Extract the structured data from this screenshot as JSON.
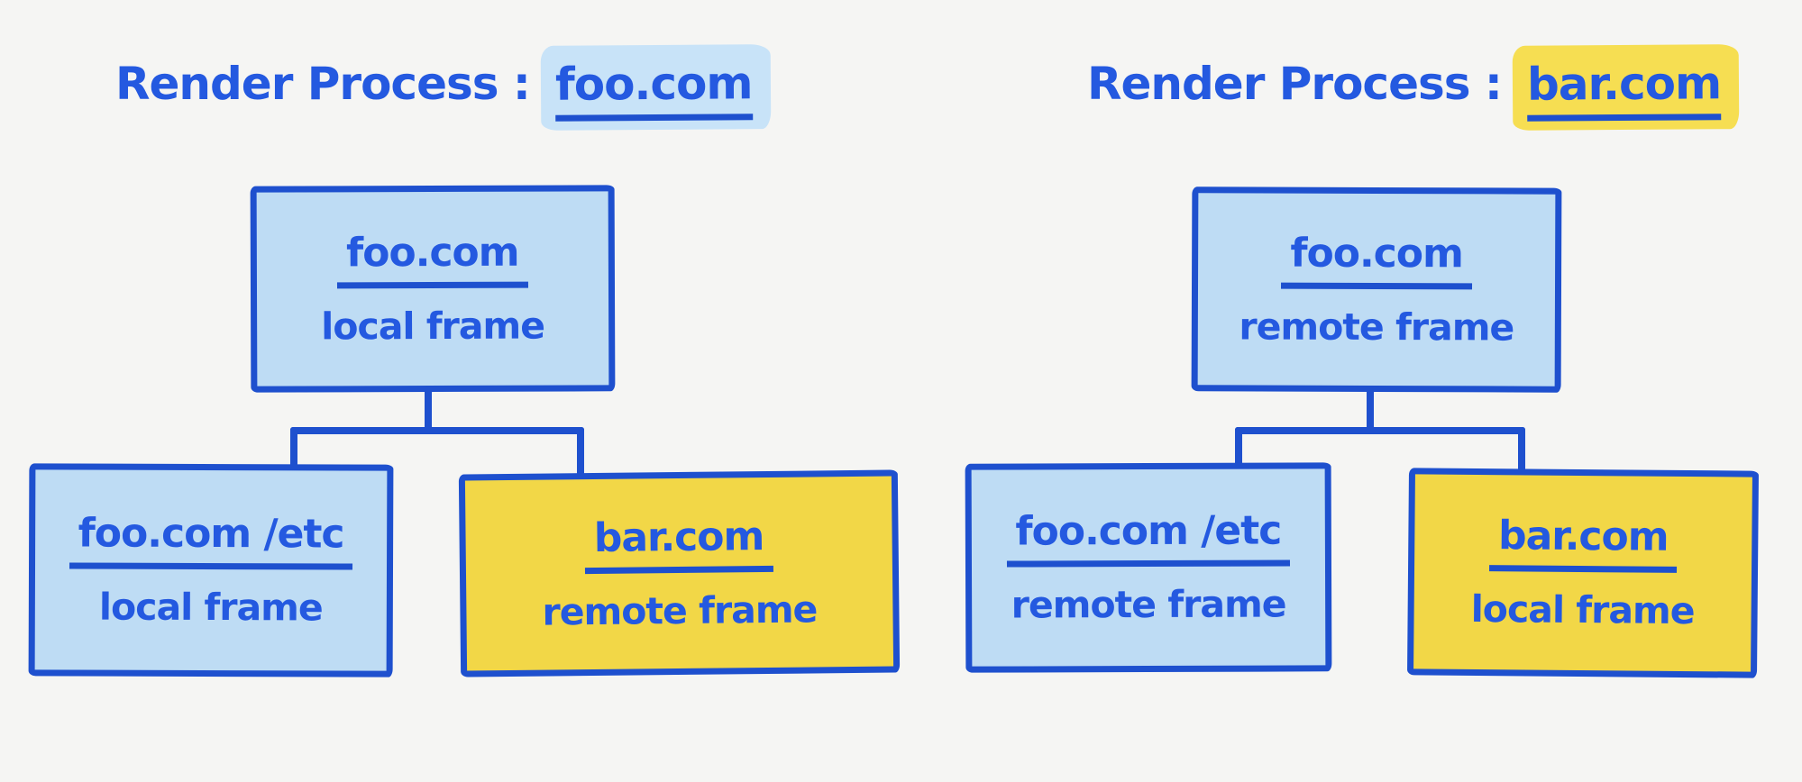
{
  "colors": {
    "background": "#f5f5f3",
    "stroke_blue": "#1e50ce",
    "ink_blue": "#2459e0",
    "light_blue_fill": "#bedcf4",
    "yellow_fill": "#f2d747",
    "blue_highlight": "#c8e3f8",
    "yellow_highlight": "#f6de52"
  },
  "trees": [
    {
      "title_prefix": "Render Process :",
      "title_domain": "foo.com",
      "title_highlight": "blue",
      "root": {
        "domain": "foo.com",
        "frame_type": "local frame",
        "fill": "blue"
      },
      "children": [
        {
          "domain": "foo.com /etc",
          "frame_type": "local frame",
          "fill": "blue"
        },
        {
          "domain": "bar.com",
          "frame_type": "remote frame",
          "fill": "yellow"
        }
      ]
    },
    {
      "title_prefix": "Render Process :",
      "title_domain": "bar.com",
      "title_highlight": "yellow",
      "root": {
        "domain": "foo.com",
        "frame_type": "remote frame",
        "fill": "blue"
      },
      "children": [
        {
          "domain": "foo.com /etc",
          "frame_type": "remote frame",
          "fill": "blue"
        },
        {
          "domain": "bar.com",
          "frame_type": "local frame",
          "fill": "yellow"
        }
      ]
    }
  ]
}
